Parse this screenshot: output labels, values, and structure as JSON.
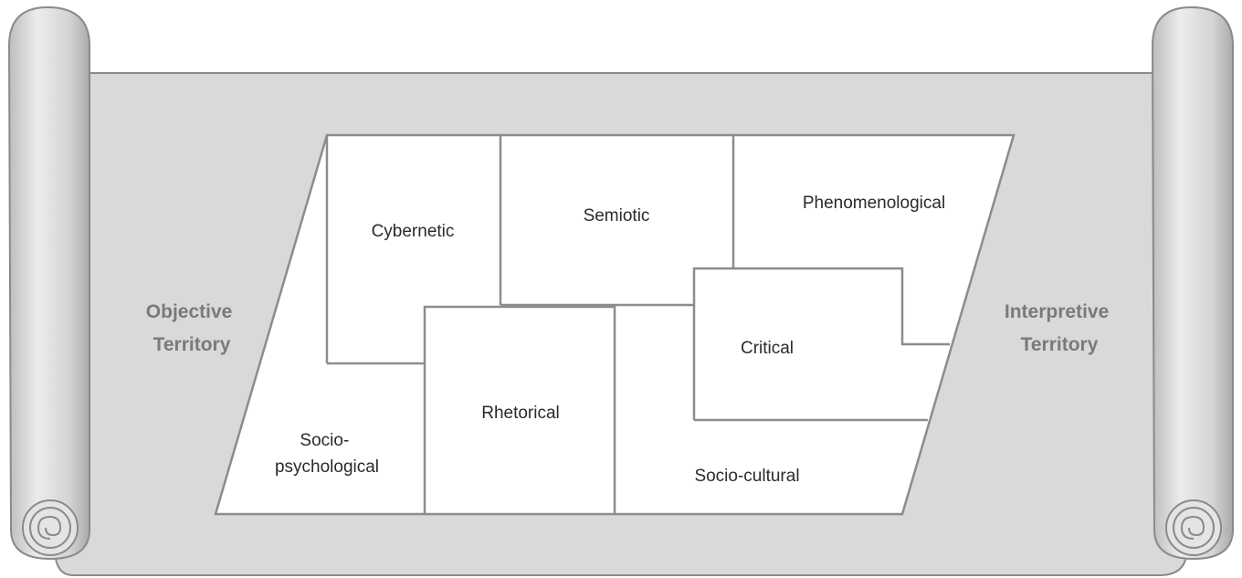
{
  "territories": {
    "left": {
      "line1": "Objective",
      "line2": "Territory"
    },
    "right": {
      "line1": "Interpretive",
      "line2": "Territory"
    }
  },
  "traditions": {
    "cybernetic": "Cybernetic",
    "semiotic": "Semiotic",
    "phenomenological": "Phenomenological",
    "critical": "Critical",
    "rhetorical": "Rhetorical",
    "socio_psychological": {
      "line1": "Socio-",
      "line2": "psychological"
    },
    "socio_cultural": "Socio-cultural"
  },
  "colors": {
    "scroll_fill": "#d9d9db",
    "scroll_stroke": "#8a8a8a",
    "map_fill": "#ffffff",
    "line": "#8c8c8c",
    "territory_text": "#7a7a7a",
    "region_text": "#2a2a2a"
  }
}
